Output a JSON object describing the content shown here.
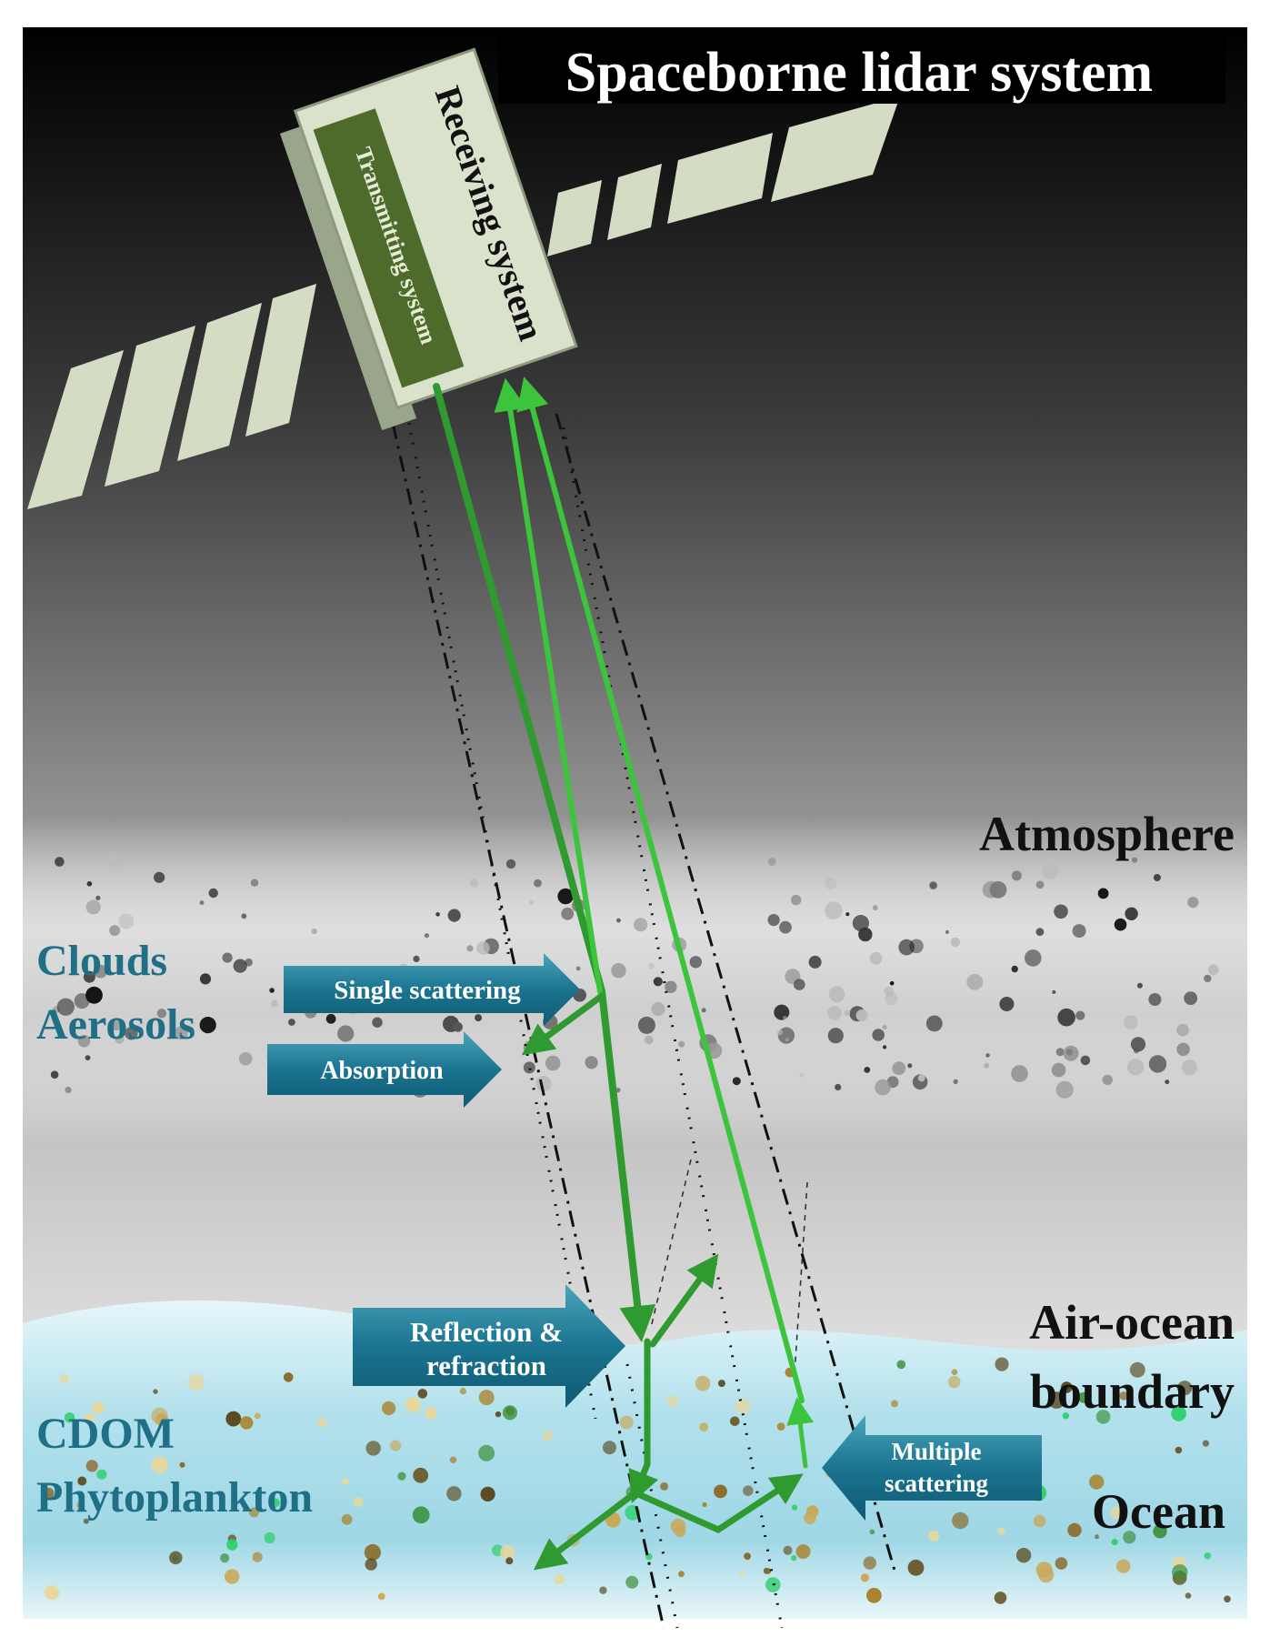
{
  "title": "Spaceborne lidar system",
  "satellite": {
    "receiving_label": "Receiving system",
    "transmitting_label": "Transmitting system"
  },
  "layers": {
    "atmosphere": "Atmosphere",
    "boundary_line1": "Air-ocean",
    "boundary_line2": "boundary",
    "ocean": "Ocean"
  },
  "left_labels": {
    "clouds": "Clouds",
    "aerosols": "Aerosols",
    "cdom": "CDOM",
    "phytoplankton": "Phytoplankton"
  },
  "process_labels": {
    "single_scattering": "Single scattering",
    "absorption": "Absorption",
    "reflection_line1": "Reflection &",
    "reflection_line2": "refraction",
    "multiple_line1": "Multiple",
    "multiple_line2": "scattering"
  },
  "colors": {
    "sky_top": "#000000",
    "beam_green": "#2f9a2f",
    "beam_light_green": "#3cc43c",
    "panel_fill": "#d9e2c9",
    "transmitter_green": "#4e6b2c",
    "arrow_teal": "#1f7c93",
    "ocean_cyan": "#a8dce8",
    "title_text": "#ffffff",
    "left_label_text": "#1f6f86"
  }
}
